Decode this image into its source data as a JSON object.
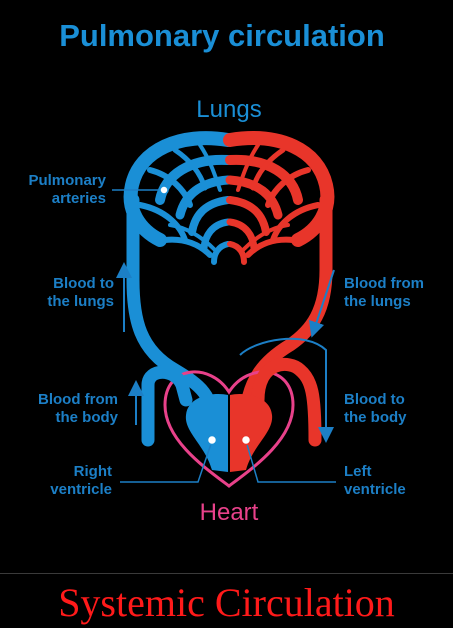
{
  "title": "Pulmonary circulation",
  "organs": {
    "lungs": "Lungs",
    "heart": "Heart"
  },
  "labels": {
    "pulmonary_arteries": [
      "Pulmonary",
      "arteries"
    ],
    "blood_to_lungs": [
      "Blood to",
      "the lungs"
    ],
    "blood_from_lungs": [
      "Blood from",
      "the lungs"
    ],
    "blood_from_body": [
      "Blood from",
      "the body"
    ],
    "blood_to_body": [
      "Blood to",
      "the body"
    ],
    "right_ventricle": [
      "Right",
      "ventricle"
    ],
    "left_ventricle": [
      "Left",
      "ventricle"
    ]
  },
  "caption": "Systemic Circulation",
  "colors": {
    "deoxygenated": "#1a8fd6",
    "oxygenated": "#e8352a",
    "heart_outline": "#e8418a",
    "label": "#1c7fc6",
    "caption": "#ff1a1a"
  }
}
